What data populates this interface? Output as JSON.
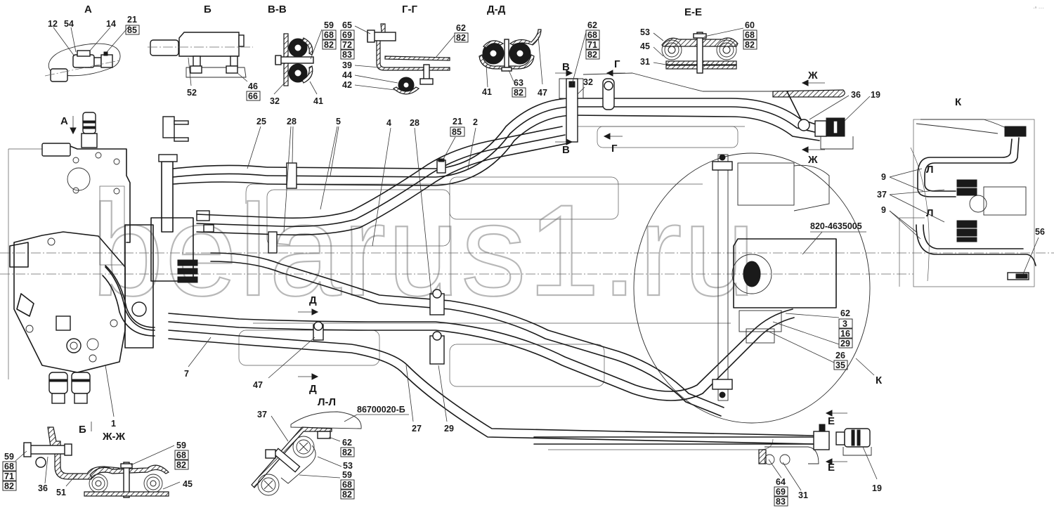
{
  "drawing": {
    "watermark": "belarus1.ru",
    "corner_mark": "·ⁿ ···",
    "part_number_main": "820-4635005",
    "part_number_cover": "86700020-Б"
  },
  "views": {
    "A": "А",
    "B": "Б",
    "VV": "В-В",
    "GG": "Г-Г",
    "DD": "Д-Д",
    "EE": "Е-Е",
    "K": "К",
    "ZhZh": "Ж-Ж",
    "LL": "Л-Л"
  },
  "section_marks": {
    "A": "А",
    "B": "Б",
    "V": "В",
    "G": "Г",
    "D": "Д",
    "E": "Е",
    "Zh": "Ж",
    "L": "Л",
    "K": "К"
  },
  "callouts": {
    "viewA": {
      "c12": "12",
      "c54": "54",
      "c14": "14",
      "c21": "21",
      "c85": "85"
    },
    "viewB": {
      "c52": "52",
      "c46": "46",
      "c66": "66"
    },
    "viewVV": {
      "c59": "59",
      "c68": "68",
      "c82": "82",
      "c32": "32",
      "c41": "41"
    },
    "viewGG": {
      "c65": "65",
      "c69": "69",
      "c72": "72",
      "c83": "83",
      "c39": "39",
      "c44": "44",
      "c42": "42",
      "c62": "62",
      "c82": "82"
    },
    "viewDD": {
      "c41": "41",
      "c63": "63",
      "c82": "82",
      "c47": "47"
    },
    "viewEE": {
      "c53": "53",
      "c45": "45",
      "c31": "31",
      "c60": "60",
      "c68": "68",
      "c82": "82"
    },
    "main_top": {
      "c25": "25",
      "c28a": "28",
      "c5": "5",
      "c4": "4",
      "c28b": "28",
      "c21": "21",
      "c85": "85",
      "c2": "2"
    },
    "main_clamp": {
      "c62": "62",
      "c68": "68",
      "c71": "71",
      "c82": "82",
      "c32": "32"
    },
    "main_right": {
      "c36": "36",
      "c19": "19"
    },
    "viewK": {
      "c9a": "9",
      "c37": "37",
      "c9b": "9",
      "c56": "56"
    },
    "main_mid": {
      "c62": "62",
      "c3": "3",
      "c16": "16",
      "c29": "29",
      "c26": "26",
      "c35": "35"
    },
    "main_bottom": {
      "c1": "1",
      "c7": "7",
      "c47": "47",
      "c27": "27",
      "c29": "29"
    },
    "viewZhZh": {
      "c59a": "59",
      "c68a": "68",
      "c71": "71",
      "c82a": "82",
      "c36": "36",
      "c51": "51",
      "c59b": "59",
      "c68b": "68",
      "c82b": "82",
      "c45": "45"
    },
    "viewLL": {
      "c37": "37",
      "c62": "62",
      "c82a": "82",
      "c53": "53",
      "c59": "59",
      "c68": "68",
      "c82b": "82"
    },
    "bottom_right": {
      "c64": "64",
      "c69": "69",
      "c83": "83",
      "c31": "31",
      "c19": "19"
    }
  }
}
